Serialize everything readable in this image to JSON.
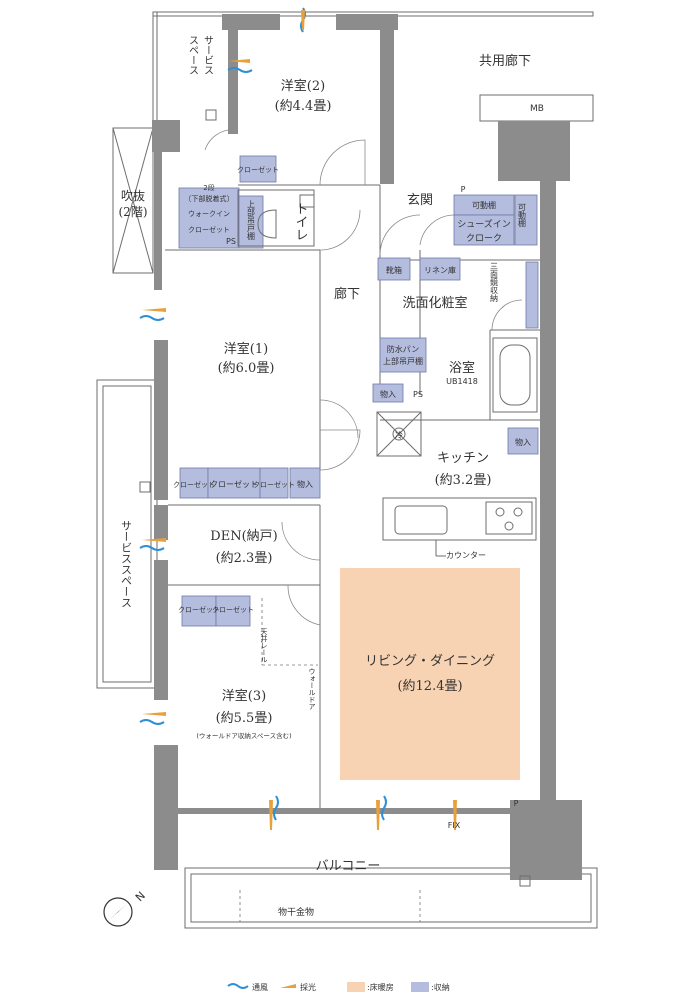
{
  "rooms": {
    "western2_name": "洋室(2)",
    "western2_size": "(約4.4畳)",
    "western1_name": "洋室(1)",
    "western1_size": "(約6.0畳)",
    "den_name": "DEN(納戸)",
    "den_size": "(約2.3畳)",
    "western3_name": "洋室(3)",
    "western3_size": "(約5.5畳)",
    "western3_note": "(ウォールドア収納スペース含む)",
    "living_name": "リビング・ダイニング",
    "living_size": "(約12.4畳)",
    "kitchen_name": "キッチン",
    "kitchen_size": "(約3.2畳)",
    "toilet": "トイレ",
    "hallway": "廊下",
    "entrance": "玄関",
    "washroom": "洗面化粧室",
    "bath": "浴室",
    "bath_unit": "UB1418",
    "balcony": "バルコニー",
    "common_corridor": "共用廊下",
    "void_line1": "吹抜",
    "void_line2": "(2階)",
    "service_space_top_line1": "サービス",
    "service_space_top_line2": "スペース",
    "service_space_side": "サービススペース"
  },
  "storage": {
    "closet": "クローゼット",
    "walk_in_line1": "2段",
    "walk_in_line2": "〔下部脱着式〕",
    "walk_in_line3": "ウォークイン",
    "walk_in_line4": "クローゼット",
    "upper_cabinet": "上部吊戸棚",
    "shoe_cabinet": "靴箱",
    "movable_shelf": "可動棚",
    "shoes_in_cloak_line1": "シューズイン",
    "shoes_in_cloak_line2": "クローク",
    "linen": "リネン庫",
    "mirror_storage": "三面鏡収納",
    "waterproof_pan": "防水パン",
    "upper_cabinet_2": "上部吊戸棚",
    "storage_in": "物入",
    "counter": "カウンター",
    "wall_door": "ウォールドア",
    "ceiling_rail": "天井レール",
    "fridge": "冷"
  },
  "marks": {
    "ps": "PS",
    "p": "P",
    "mb": "MB",
    "fix": "FIX",
    "compass": "N",
    "drying_rack": "物干金物"
  },
  "legend": {
    "ventilation": "通風",
    "daylight": "採光",
    "floor_heating": ":床暖房",
    "storage": ":収納"
  },
  "colors": {
    "wall": "#8c8c8c",
    "storage": "#b5bddf",
    "floor_heating": "#f7d3b3",
    "ventilation": "#2f8fd6",
    "daylight": "#e8a13a"
  }
}
